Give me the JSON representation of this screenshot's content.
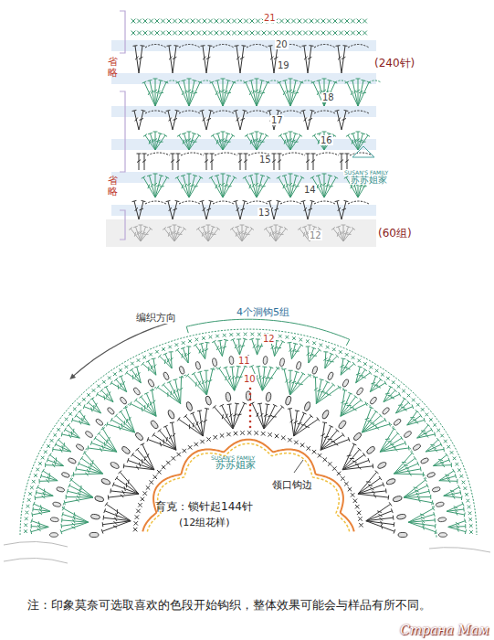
{
  "diagram": {
    "labels": [
      "21",
      "20",
      "19",
      "(240针)",
      "18",
      "17",
      "16",
      "15",
      "14",
      "13",
      "12",
      "(60组)",
      "省略",
      "省略",
      "SUSAN'S FAMILY",
      "苏苏姐家",
      "编织方向",
      "4个洞钩5组",
      "12",
      "11",
      "10",
      "SUSAN'S FAMILY",
      "苏苏姐家",
      "育克：锁针起144针",
      "(12组花样)",
      "领口钩边",
      "注：印象莫奈可选取喜欢的色段开始钩织，整体效果可能会与样品有所不同。",
      "Страна Мам"
    ]
  }
}
